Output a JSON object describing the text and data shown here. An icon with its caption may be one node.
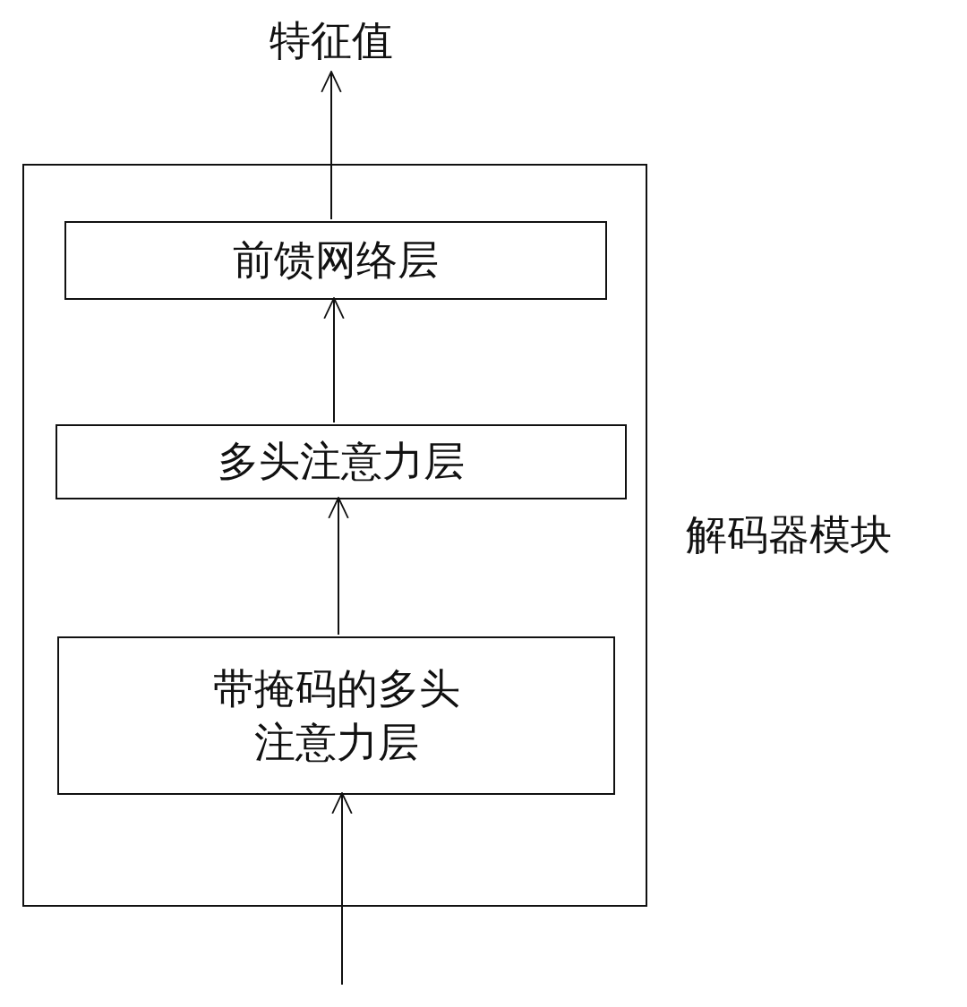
{
  "diagram": {
    "nodes": [
      {
        "text": [
          "解码器模块"
        ]
      },
      {
        "text": [
          "前馈网络层"
        ],
        "in": 0
      },
      {
        "text": [
          "多头注意力层"
        ],
        "in": 0
      },
      {
        "text": [
          "带掩码的多头注意力层"
        ],
        "in": 0
      },
      {
        "text": [
          "特征值"
        ]
      }
    ],
    "edges": [
      {
        "from": null,
        "to": 3,
        "arrow": "to"
      },
      {
        "from": 3,
        "to": 2,
        "arrow": "to"
      },
      {
        "from": 2,
        "to": 1,
        "arrow": "to"
      },
      {
        "from": 1,
        "to": 4,
        "arrow": "to"
      }
    ]
  }
}
